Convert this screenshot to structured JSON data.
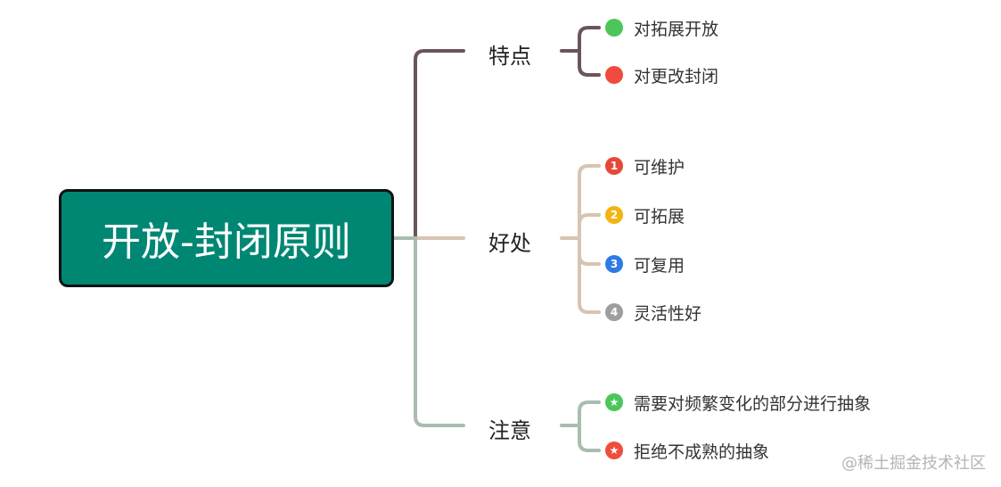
{
  "root": {
    "label": "开放-封闭原则"
  },
  "branches": [
    {
      "label": "特点",
      "color": "#6b5558",
      "leaves": [
        {
          "marker": "dot",
          "color": "#4cc65a",
          "label": "对拓展开放"
        },
        {
          "marker": "dot",
          "color": "#f04c3e",
          "label": "对更改封闭"
        }
      ]
    },
    {
      "label": "好处",
      "color": "#d8c4b0",
      "leaves": [
        {
          "marker": "1",
          "color": "#e5493a",
          "label": "可维护"
        },
        {
          "marker": "2",
          "color": "#f2b411",
          "label": "可拓展"
        },
        {
          "marker": "3",
          "color": "#2d7be5",
          "label": "可复用"
        },
        {
          "marker": "4",
          "color": "#9e9e9e",
          "label": "灵活性好"
        }
      ]
    },
    {
      "label": "注意",
      "color": "#a9bdae",
      "leaves": [
        {
          "marker": "star",
          "color": "#4cc65a",
          "label": "需要对频繁变化的部分进行抽象"
        },
        {
          "marker": "star",
          "color": "#f04c3e",
          "label": "拒绝不成熟的抽象"
        }
      ]
    }
  ],
  "watermark": "@稀土掘金技术社区"
}
